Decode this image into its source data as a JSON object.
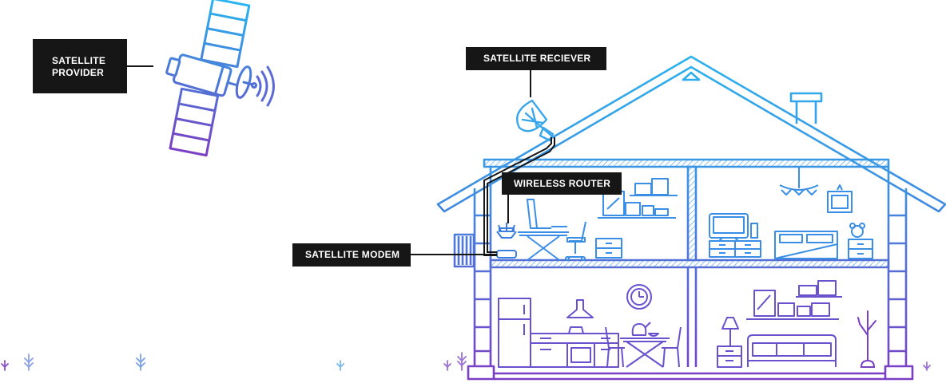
{
  "labels": {
    "satellite_provider": [
      "SATELLITE",
      "PROVIDER"
    ],
    "satellite_receiver": "SATELLITE RECIEVER",
    "wireless_router": "WIRELESS ROUTER",
    "satellite_modem": "SATELLITE MODEM"
  },
  "colors": {
    "gradient_top": "#29b6f0",
    "gradient_mid": "#4a78d8",
    "gradient_bottom": "#7b3fc4",
    "label_background": "#161616",
    "label_text": "#ffffff",
    "connector_line": "#161616"
  },
  "icons": [
    "satellite-icon",
    "signal-waves-icon",
    "satellite-dish-icon",
    "wireless-router-icon",
    "satellite-modem-icon",
    "house-icon",
    "clock-icon",
    "lamp-icon",
    "tree-icon",
    "grass-icon"
  ]
}
